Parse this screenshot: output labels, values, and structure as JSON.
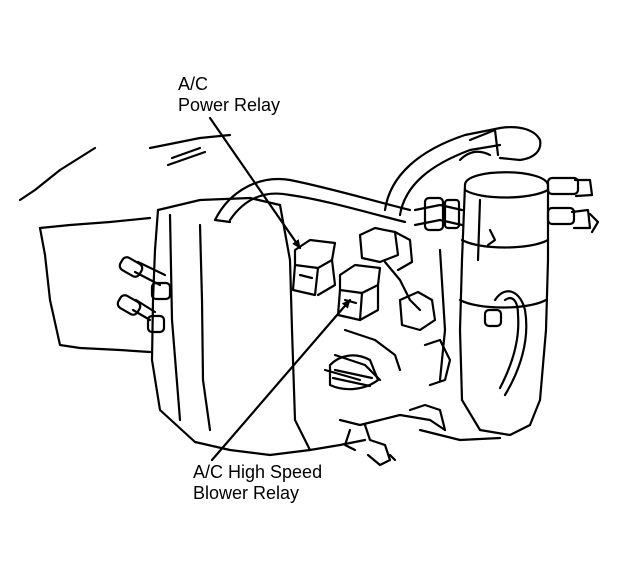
{
  "labels": {
    "power_relay": {
      "line1": "A/C",
      "line2": "Power Relay"
    },
    "blower_relay": {
      "line1": "A/C High Speed",
      "line2": "Blower Relay"
    }
  },
  "colors": {
    "ink": "#000000",
    "paper": "#ffffff"
  }
}
